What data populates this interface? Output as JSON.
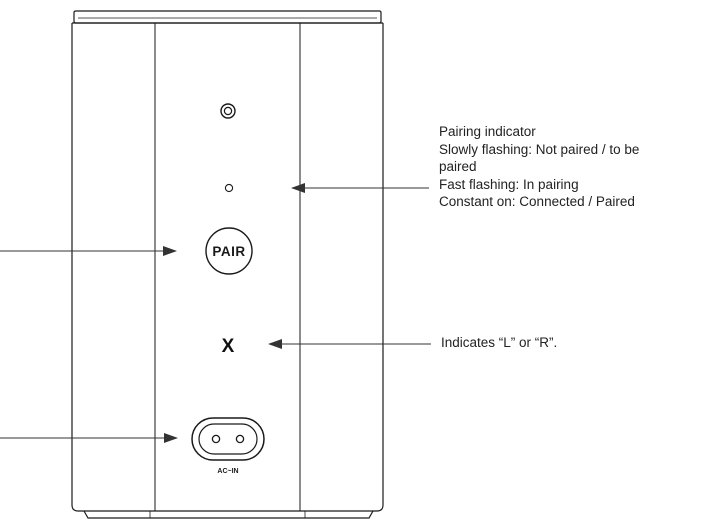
{
  "device": {
    "pair_button_label": "PAIR",
    "channel_mark": "X",
    "power_label": "AC~IN"
  },
  "callouts": {
    "pairing": {
      "lines": [
        "Pairing indicator",
        "Slowly flashing: Not paired / to be",
        "paired",
        "Fast flashing: In pairing",
        "Constant on: Connected / Paired"
      ]
    },
    "channel": {
      "text": "Indicates “L” or “R”."
    }
  },
  "colors": {
    "line": "#1a1a1a",
    "arrow": "#333333",
    "text": "#222222"
  }
}
